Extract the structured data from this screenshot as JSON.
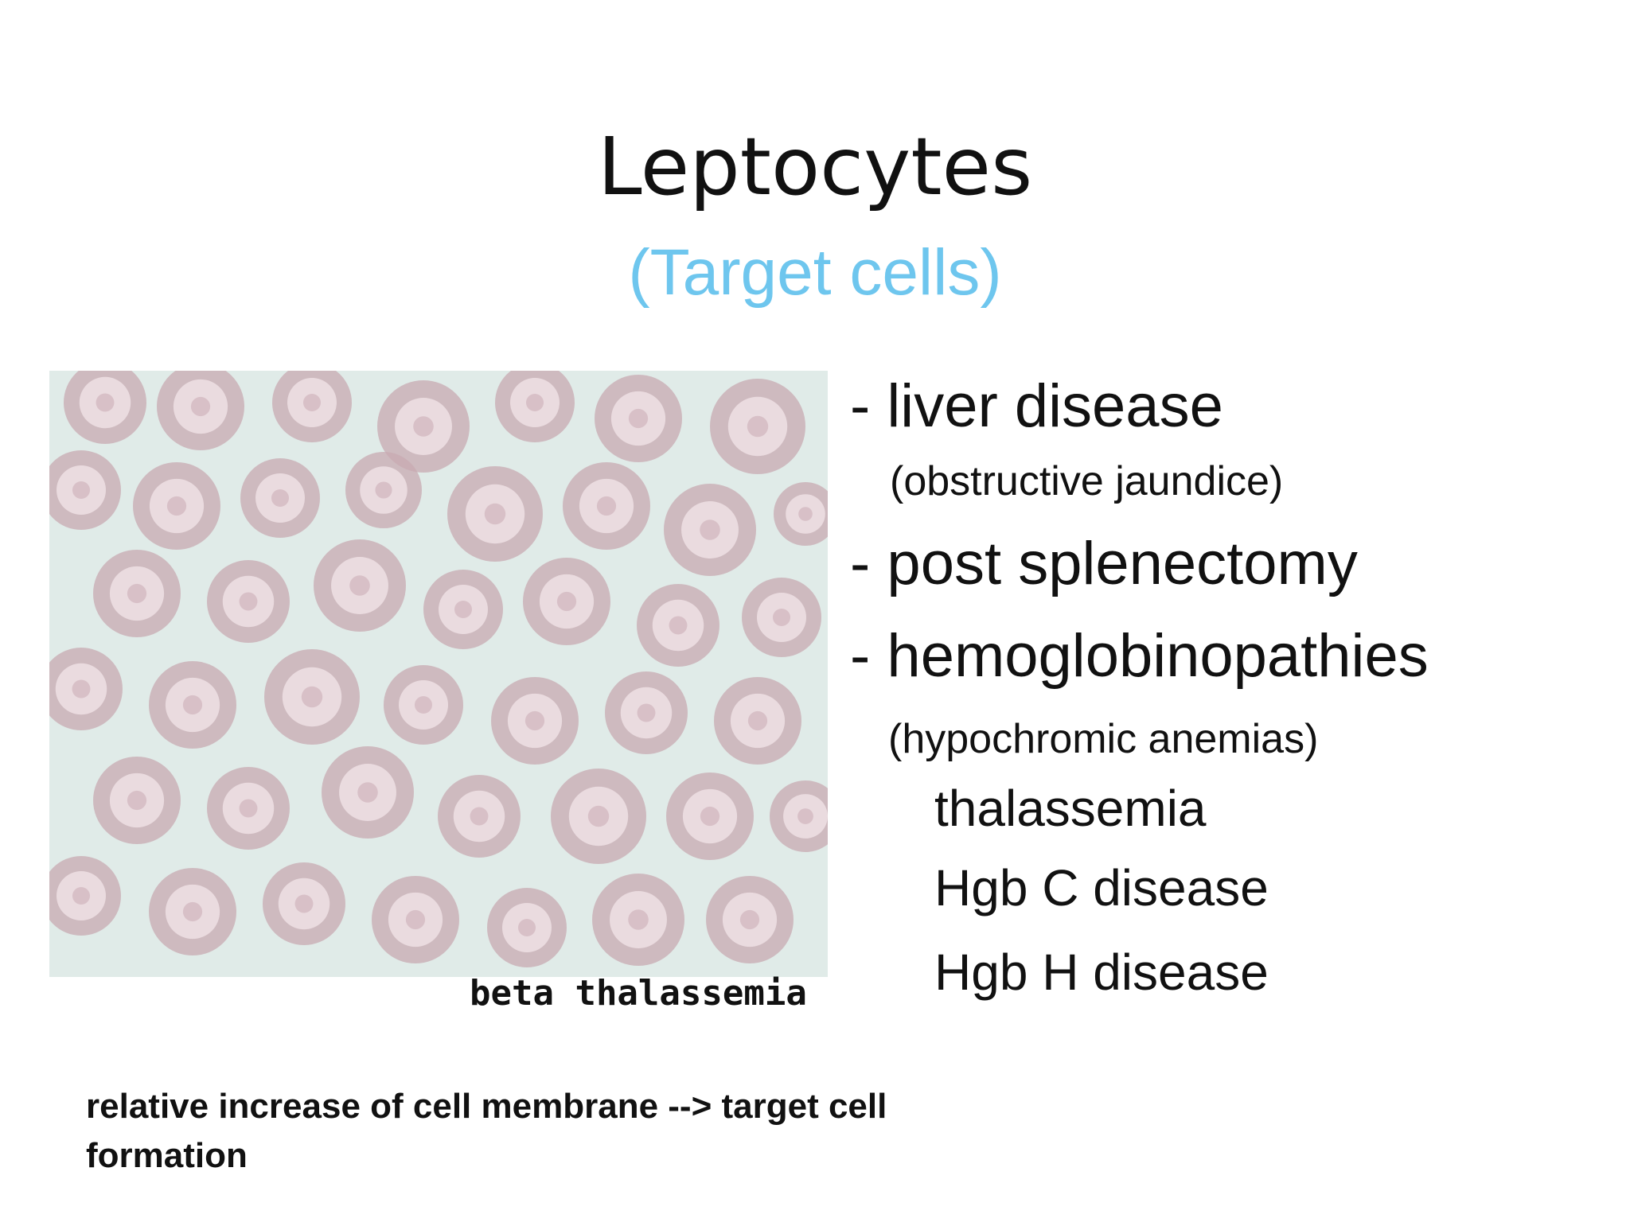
{
  "slide": {
    "title": "Leptocytes",
    "subtitle": "(Target cells)",
    "image_caption": "beta thalassemia",
    "bullets": [
      "- liver disease",
      "(obstructive jaundice)",
      "- post splenectomy",
      "- hemoglobinopathies",
      "(hypochromic anemias)",
      "thalassemia",
      "Hgb C disease",
      "Hgb H disease"
    ],
    "footer_line1": "relative increase of cell membrane --> target cell",
    "footer_line2": "formation"
  },
  "colors": {
    "title": "#111111",
    "subtitle": "#6ec6ee",
    "smear_background": "#e0ebe8",
    "cell_rim": "#c8a9b2",
    "cell_center": "#eadbdf"
  },
  "image": {
    "name": "blood-smear-micrograph"
  }
}
